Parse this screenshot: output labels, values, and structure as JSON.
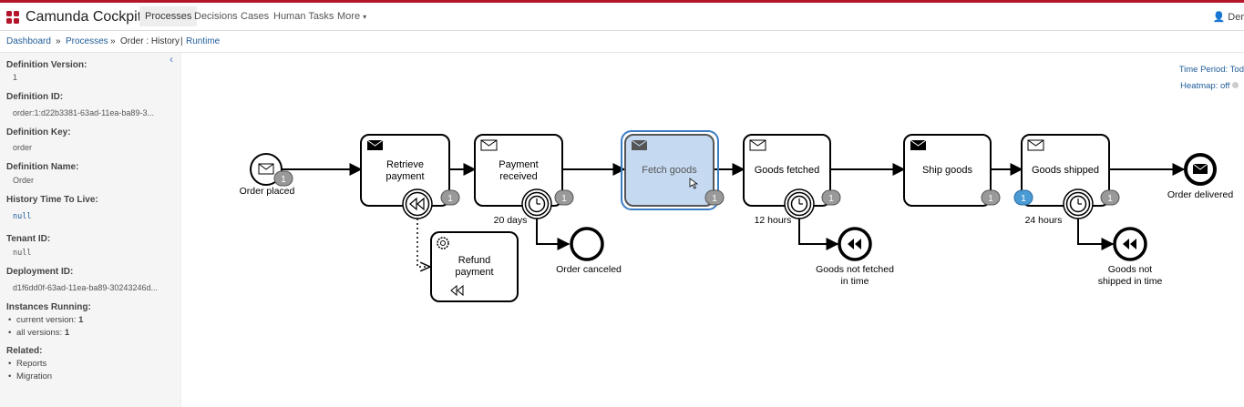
{
  "app": {
    "title": "Camunda Cockpit",
    "user": "Der"
  },
  "nav": {
    "processes": "Processes",
    "decisions": "Decisions",
    "cases": "Cases",
    "human_tasks": "Human Tasks",
    "more": "More"
  },
  "breadcrumb": {
    "dashboard": "Dashboard",
    "sep": "»",
    "processes": "Processes",
    "current": "Order : History",
    "pipe": "|",
    "runtime": "Runtime"
  },
  "sidebar": {
    "definition_version": {
      "label": "Definition Version:",
      "value": "1"
    },
    "definition_id": {
      "label": "Definition ID:",
      "value": "order:1:d22b3381-63ad-11ea-ba89-3..."
    },
    "definition_key": {
      "label": "Definition Key:",
      "value": "order"
    },
    "definition_name": {
      "label": "Definition Name:",
      "value": "Order"
    },
    "history_ttl": {
      "label": "History Time To Live:",
      "value": "null"
    },
    "tenant_id": {
      "label": "Tenant ID:",
      "value": "null"
    },
    "deployment_id": {
      "label": "Deployment ID:",
      "value": "d1f6dd0f-63ad-11ea-ba89-30243246d..."
    },
    "instances_running": {
      "label": "Instances Running:",
      "current_label": "current version:",
      "current_value": "1",
      "all_label": "all versions:",
      "all_value": "1"
    },
    "related": {
      "label": "Related:",
      "reports": "Reports",
      "migration": "Migration"
    }
  },
  "toolbar": {
    "time_period": "Time Period: Tod",
    "heatmap": "Heatmap: off"
  },
  "diagram": {
    "order_placed": "Order placed",
    "retrieve_payment": [
      "Retrieve",
      "payment"
    ],
    "payment_received": [
      "Payment",
      "received"
    ],
    "fetch_goods": "Fetch goods",
    "goods_fetched": "Goods fetched",
    "ship_goods": "Ship goods",
    "goods_shipped": "Goods shipped",
    "order_delivered": "Order delivered",
    "refund_payment": [
      "Refund",
      "payment"
    ],
    "order_canceled": "Order canceled",
    "goods_not_fetched": [
      "Goods not fetched",
      "in time"
    ],
    "goods_not_shipped": [
      "Goods not",
      "shipped in time"
    ],
    "timer_20": "20 days",
    "timer_12": "12 hours",
    "timer_24": "24 hours",
    "count_one": "1"
  },
  "colors": {
    "accent_red": "#b5152b",
    "link": "#1f5c99",
    "selected_fill": "#c5d9f1",
    "selected_border": "#3b7cc3",
    "badge_gray": "#999999",
    "badge_blue": "#4a9ad4"
  }
}
